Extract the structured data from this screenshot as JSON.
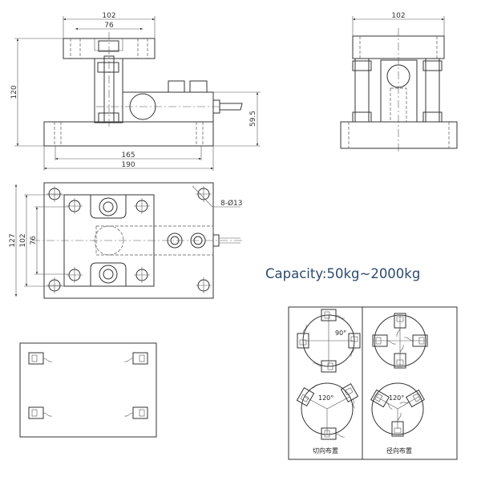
{
  "front_view": {
    "dim_top_outer": "102",
    "dim_top_inner": "76",
    "dim_height": "120",
    "dim_cell_height": "59.5",
    "dim_base_inner": "165",
    "dim_base_outer": "190"
  },
  "side_view": {
    "dim_top": "102"
  },
  "top_view": {
    "dim_outer": "127",
    "dim_mid": "102",
    "dim_inner": "76",
    "hole_label": "8-Ø13"
  },
  "capacity": {
    "text": "Capacity:50kg~2000kg",
    "color": "#2e4a6e"
  },
  "layout_panel": {
    "tangential_label": "切向布置",
    "radial_label": "径向布置",
    "angle_90": "90°",
    "angle_120": "120°"
  }
}
